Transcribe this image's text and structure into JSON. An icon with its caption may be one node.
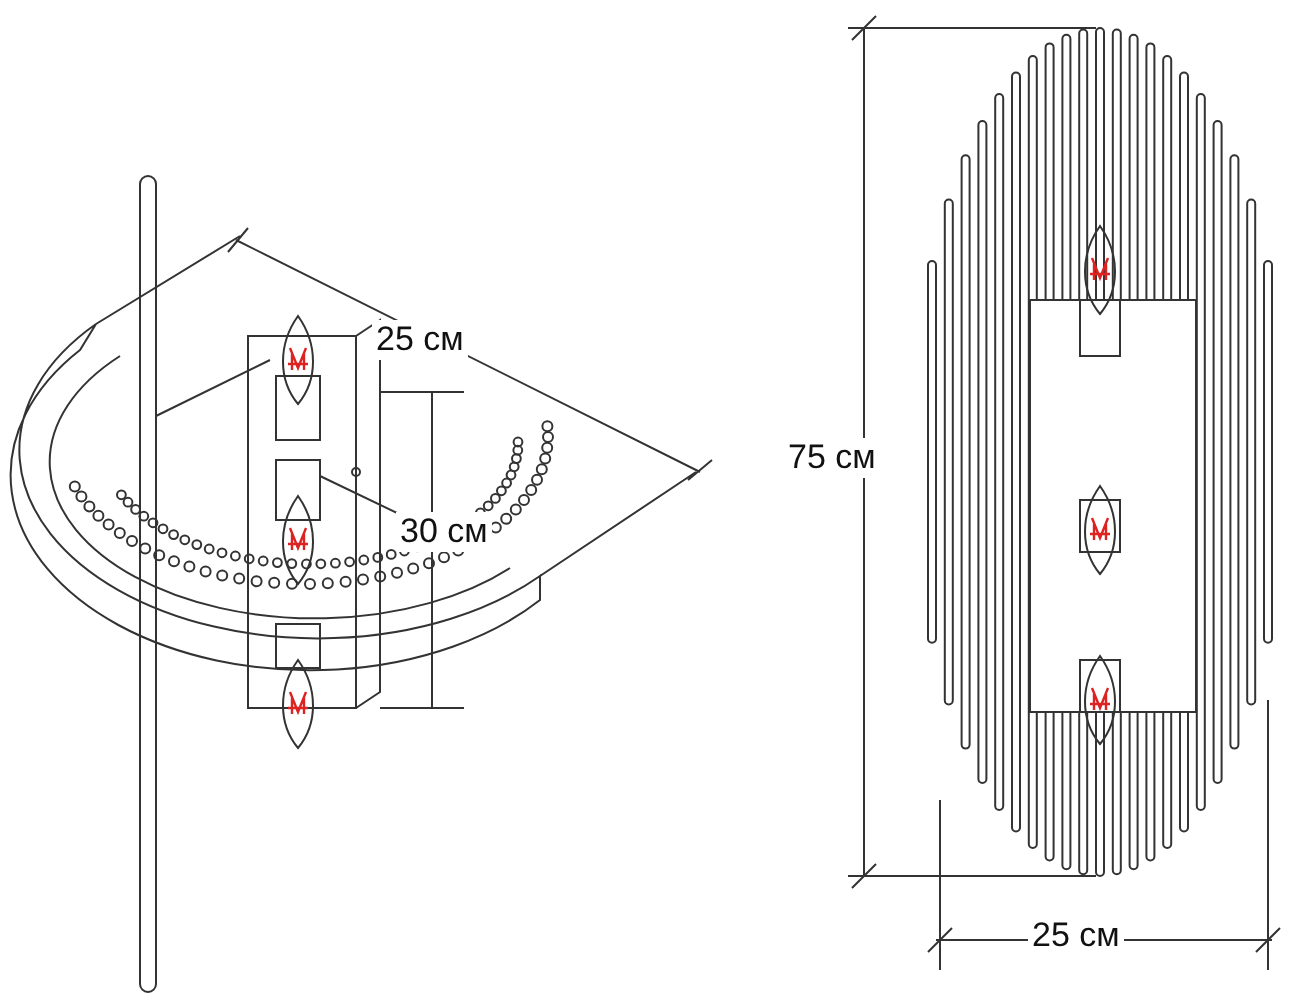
{
  "diagram": {
    "labels": [
      "25 см",
      "30 см",
      "75 см",
      "25 см"
    ]
  }
}
